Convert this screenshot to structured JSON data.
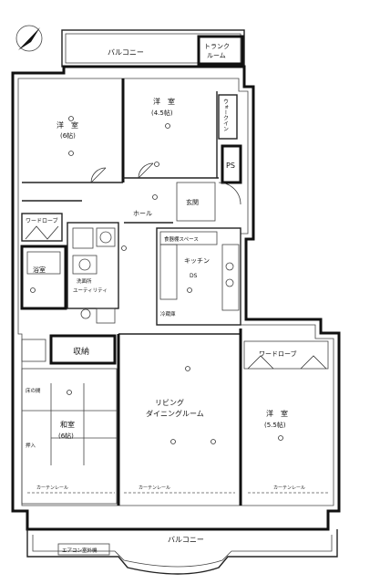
{
  "rooms": {
    "balcony_top": "バルコニー",
    "trunk_room_1": "トランク",
    "trunk_room_2": "ルーム",
    "west_room_1": "洋　室",
    "west_room_1_size": "(6帖)",
    "west_room_2": "洋　室",
    "west_room_2_size": "(4.5帖)",
    "wardrobe_right": "ウォークイン",
    "ps": "PS",
    "entrance": "玄関",
    "hall": "ホール",
    "wardrobe_left": "ワードローブ",
    "bath": "浴室",
    "utility_1": "洗面所",
    "utility_2": "ユーティリティ",
    "storage": "収納",
    "kitchen": "キッチン",
    "ds": "DS",
    "kitchen_sub": "食器棚スペース",
    "fridge": "冷蔵庫",
    "living_1": "リビング",
    "living_2": "ダイニングルーム",
    "west_room_3": "洋　室",
    "west_room_3_size": "(5.5帖)",
    "wardrobe_lower": "ワードローブ",
    "japanese_room": "和室",
    "japanese_room_size": "(6帖)",
    "oshiire": "押入",
    "tokonoma": "床の間",
    "curtain_1": "カーテンレール",
    "curtain_2": "カーテンレール",
    "curtain_3": "カーテンレール",
    "balcony_bottom": "バルコニー",
    "ac_unit": "エアコン室外機"
  }
}
